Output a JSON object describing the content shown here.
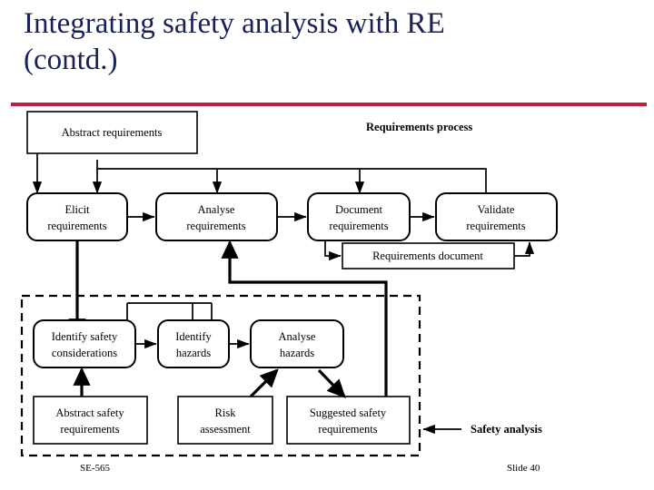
{
  "slide": {
    "title": "Integrating safety analysis with RE\n(contd.)",
    "title_color": "#16205a",
    "rule_color": "#c0203c",
    "footer_left": "SE-565",
    "footer_right": "Slide  40"
  },
  "captions": {
    "requirements_process": "Requirements process",
    "safety_analysis": "Safety analysis"
  },
  "nodes": {
    "abstract_requirements": "Abstract requirements",
    "elicit_requirements_l1": "Elicit",
    "elicit_requirements_l2": "requirements",
    "analyse_requirements_l1": "Analyse",
    "analyse_requirements_l2": "requirements",
    "document_requirements_l1": "Document",
    "document_requirements_l2": "requirements",
    "validate_requirements_l1": "Validate",
    "validate_requirements_l2": "requirements",
    "requirements_document": "Requirements document",
    "identify_safety_considerations_l1": "Identify safety",
    "identify_safety_considerations_l2": "considerations",
    "identify_hazards_l1": "Identify",
    "identify_hazards_l2": "hazards",
    "analyse_hazards_l1": "Analyse",
    "analyse_hazards_l2": "hazards",
    "abstract_safety_requirements_l1": "Abstract safety",
    "abstract_safety_requirements_l2": "requirements",
    "risk_assessment_l1": "Risk",
    "risk_assessment_l2": "assessment",
    "suggested_safety_requirements_l1": "Suggested safety",
    "suggested_safety_requirements_l2": "requirements"
  }
}
